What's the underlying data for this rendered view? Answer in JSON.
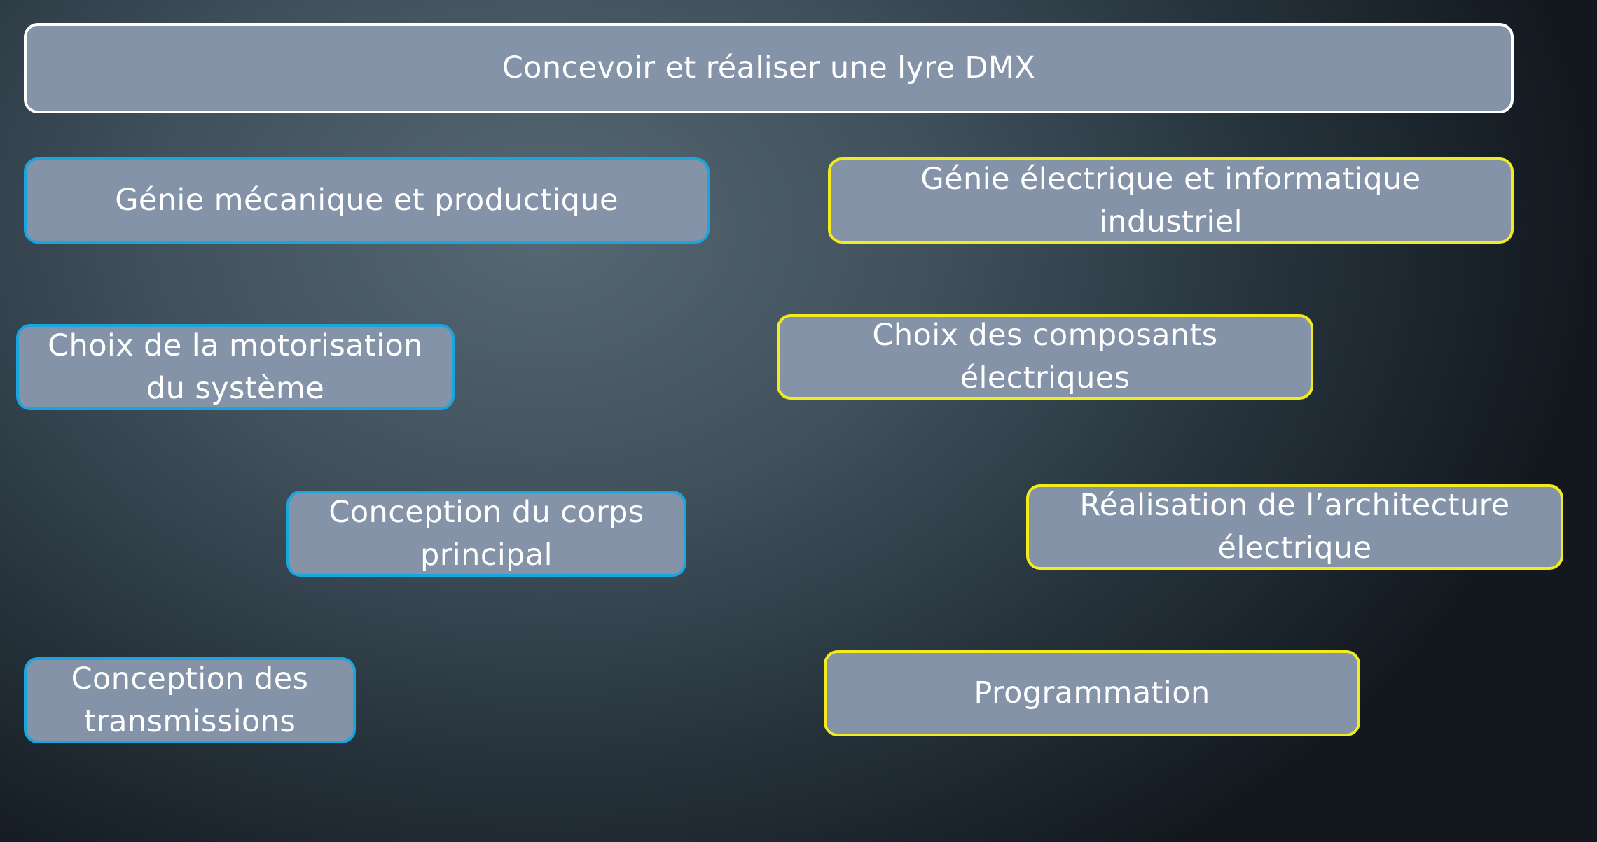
{
  "root": {
    "label": "Concevoir et réaliser une lyre DMX"
  },
  "branches": {
    "mechanical": {
      "label": "Génie mécanique et productique",
      "tasks": [
        "Choix de la motorisation du système",
        "Conception du corps principal",
        "Conception des transmissions"
      ]
    },
    "electrical": {
      "label": "Génie électrique et informatique industriel",
      "tasks": [
        "Choix des composants électriques",
        "Réalisation de l’architecture électrique",
        "Programmation"
      ]
    }
  },
  "colors": {
    "box_fill": "#8593a9",
    "root_border": "#ffffff",
    "mechanical_border": "#19a6df",
    "electrical_border": "#f2ec1f"
  }
}
